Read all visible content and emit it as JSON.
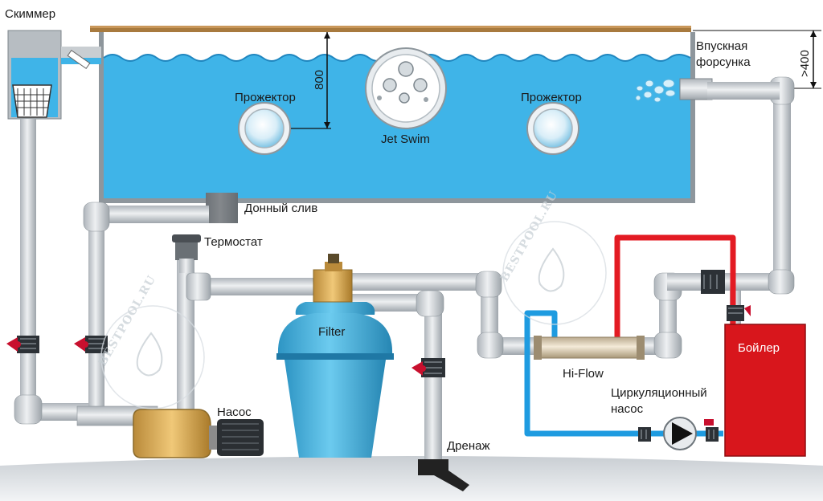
{
  "labels": {
    "skimmer": "Скиммер",
    "inlet_1": "Впускная",
    "inlet_2": "форсунка",
    "dim_inlet": ">400",
    "dim_depth": "800",
    "light_left": "Прожектор",
    "light_right": "Прожектор",
    "jet_swim": "Jet Swim",
    "bottom_drain": "Донный слив",
    "thermostat": "Термостат",
    "filter": "Filter",
    "hiflow": "Hi-Flow",
    "boiler": "Бойлер",
    "circ_pump_1": "Циркуляционный",
    "circ_pump_2": "насос",
    "pump": "Насос",
    "drain": "Дренаж"
  },
  "watermark": "BESTPOOL.RU",
  "colors": {
    "water": "#3fb4e8",
    "water_light": "#8fd3f2",
    "pipe": "#d9dcdf",
    "pipe_edge": "#9aa1a7",
    "hot_pipe": "#e31b23",
    "cold_pipe": "#1e9be0",
    "valve_red": "#c8102e",
    "filter_body": "#4fb3dc",
    "boiler": "#d8161c",
    "pump_body": "#d9a652",
    "floor": "#dfe3e7"
  }
}
